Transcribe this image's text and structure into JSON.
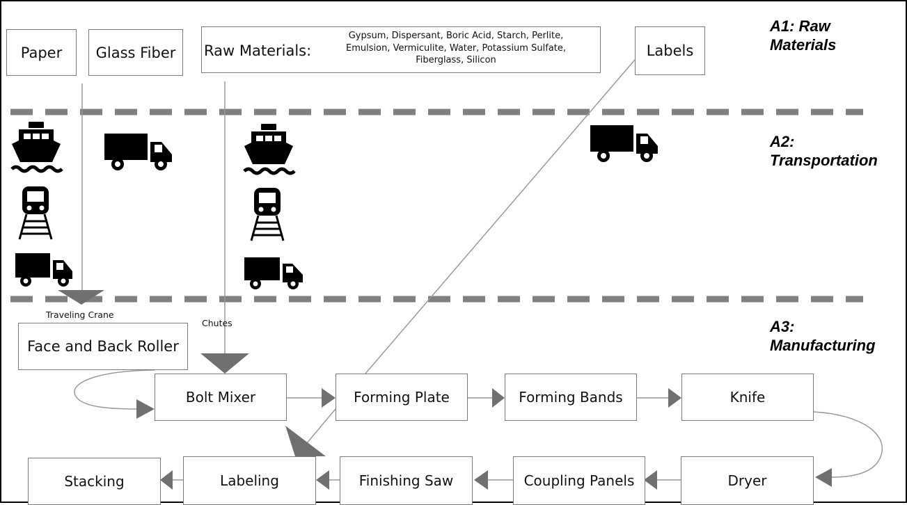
{
  "sections": {
    "a1": [
      "A1: Raw",
      "Materials"
    ],
    "a2": [
      "A2:",
      "Transportation"
    ],
    "a3": [
      "A3:",
      "Manufacturing"
    ]
  },
  "raw_materials": {
    "paper": "Paper",
    "glass_fiber": "Glass Fiber",
    "raw_materials_label": "Raw Materials:",
    "raw_materials_list": [
      "Gypsum, Dispersant, Boric Acid, Starch, Perlite,",
      "Emulsion, Vermiculite, Water, Potassium Sulfate,",
      "Fiberglass, Silicon"
    ],
    "labels": "Labels"
  },
  "transport": {
    "traveling_crane": "Traveling Crane",
    "chutes": "Chutes"
  },
  "process": {
    "face_back_roller": "Face and Back Roller",
    "bolt_mixer": "Bolt Mixer",
    "forming_plate": "Forming Plate",
    "forming_bands": "Forming Bands",
    "knife": "Knife",
    "dryer": "Dryer",
    "coupling_panels": "Coupling Panels",
    "finishing_saw": "Finishing Saw",
    "labeling": "Labeling",
    "stacking": "Stacking"
  },
  "icons": [
    "ship-icon",
    "train-icon",
    "truck-icon"
  ],
  "colors": {
    "line": "#999999",
    "dash": "#7f7f7f",
    "arrow": "#707070",
    "icon": "#000000"
  }
}
